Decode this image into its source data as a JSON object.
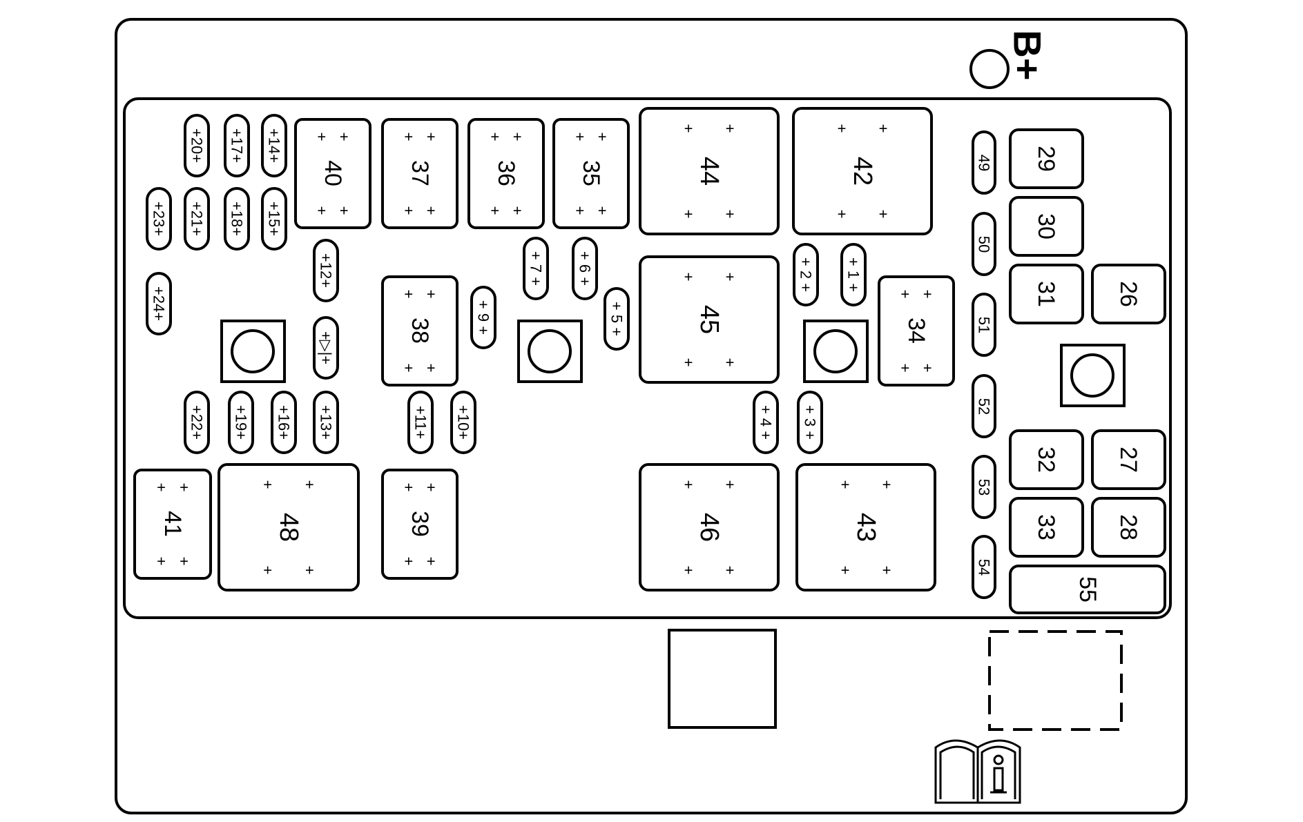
{
  "header": {
    "power_terminal_label": "B+"
  },
  "relays": [
    {
      "id": "40",
      "label": "40"
    },
    {
      "id": "37",
      "label": "37"
    },
    {
      "id": "36",
      "label": "36"
    },
    {
      "id": "35",
      "label": "35"
    },
    {
      "id": "44",
      "label": "44"
    },
    {
      "id": "42",
      "label": "42"
    },
    {
      "id": "38",
      "label": "38"
    },
    {
      "id": "45",
      "label": "45"
    },
    {
      "id": "34",
      "label": "34"
    },
    {
      "id": "41",
      "label": "41"
    },
    {
      "id": "48",
      "label": "48"
    },
    {
      "id": "39",
      "label": "39"
    },
    {
      "id": "46",
      "label": "46"
    },
    {
      "id": "43",
      "label": "43"
    }
  ],
  "mini_fuses": [
    {
      "id": "20",
      "label": "+20+"
    },
    {
      "id": "17",
      "label": "+17+"
    },
    {
      "id": "14",
      "label": "+14+"
    },
    {
      "id": "23",
      "label": "+23+"
    },
    {
      "id": "21",
      "label": "+21+"
    },
    {
      "id": "18",
      "label": "+18+"
    },
    {
      "id": "15",
      "label": "+15+"
    },
    {
      "id": "24",
      "label": "+24+"
    },
    {
      "id": "12",
      "label": "+12+"
    },
    {
      "id": "diode",
      "label": "+▷|+"
    },
    {
      "id": "7",
      "label": "+ 7 +"
    },
    {
      "id": "6",
      "label": "+ 6 +"
    },
    {
      "id": "5",
      "label": "+ 5 +"
    },
    {
      "id": "9",
      "label": "+ 9 +"
    },
    {
      "id": "2",
      "label": "+ 2 +"
    },
    {
      "id": "1",
      "label": "+ 1 +"
    },
    {
      "id": "22",
      "label": "+22+"
    },
    {
      "id": "19",
      "label": "+19+"
    },
    {
      "id": "16",
      "label": "+16+"
    },
    {
      "id": "13",
      "label": "+13+"
    },
    {
      "id": "11",
      "label": "+11+"
    },
    {
      "id": "10",
      "label": "+10+"
    },
    {
      "id": "4",
      "label": "+ 4 +"
    },
    {
      "id": "3",
      "label": "+ 3 +"
    }
  ],
  "slim_fuses": [
    {
      "id": "49",
      "label": "49"
    },
    {
      "id": "50",
      "label": "50"
    },
    {
      "id": "51",
      "label": "51"
    },
    {
      "id": "52",
      "label": "52"
    },
    {
      "id": "53",
      "label": "53"
    },
    {
      "id": "54",
      "label": "54"
    }
  ],
  "maxi_fuses": [
    {
      "id": "29",
      "label": "29"
    },
    {
      "id": "30",
      "label": "30"
    },
    {
      "id": "31",
      "label": "31"
    },
    {
      "id": "26",
      "label": "26"
    },
    {
      "id": "32",
      "label": "32"
    },
    {
      "id": "27",
      "label": "27"
    },
    {
      "id": "33",
      "label": "33"
    },
    {
      "id": "28",
      "label": "28"
    },
    {
      "id": "55",
      "label": "55"
    }
  ],
  "icons": {
    "manual": "owners-manual-icon"
  }
}
